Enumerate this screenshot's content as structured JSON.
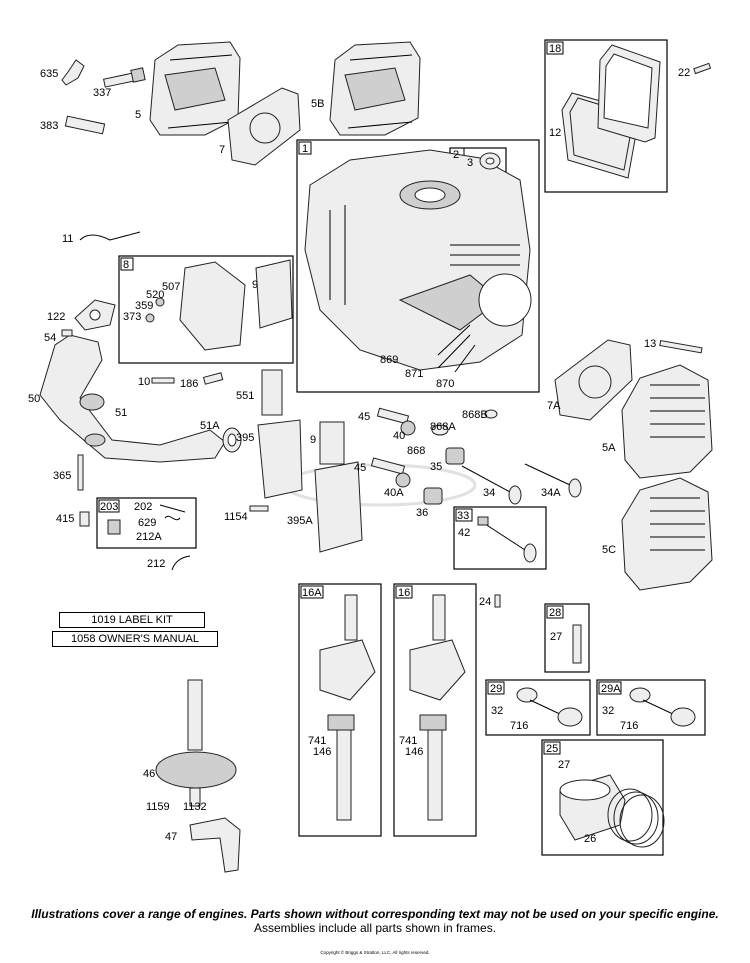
{
  "labels": {
    "l635": "635",
    "l337": "337",
    "l5": "5",
    "l383": "383",
    "l5b": "5B",
    "l7": "7",
    "l18": "18",
    "l22": "22",
    "l12": "12",
    "l1": "1",
    "l2": "2",
    "l3": "3",
    "l11": "11",
    "l8": "8",
    "l507": "507",
    "l520": "520",
    "l359": "359",
    "l373": "373",
    "l9": "9",
    "l122": "122",
    "l54": "54",
    "l869": "869",
    "l871": "871",
    "l870": "870",
    "l13": "13",
    "l50": "50",
    "l10": "10",
    "l186": "186",
    "l51": "51",
    "l551": "551",
    "l7a": "7A",
    "l51a": "51A",
    "l9b": "9",
    "l45": "45",
    "l40": "40",
    "l868a": "868A",
    "l868b": "868B",
    "l868": "868",
    "l5a": "5A",
    "l395": "395",
    "l35": "35",
    "l45b": "45",
    "l365": "365",
    "l40a": "40A",
    "l34": "34",
    "l34a": "34A",
    "l203": "203",
    "l202": "202",
    "l629": "629",
    "l212a": "212A",
    "l415": "415",
    "l1154": "1154",
    "l395a": "395A",
    "l36": "36",
    "l33": "33",
    "l42": "42",
    "l212": "212",
    "l5c": "5C",
    "l16a": "16A",
    "l16": "16",
    "l24": "24",
    "l28": "28",
    "l27": "27",
    "l741a": "741",
    "l146a": "146",
    "l741b": "741",
    "l146b": "146",
    "l29": "29",
    "l29a": "29A",
    "l32a": "32",
    "l716a": "716",
    "l32b": "32",
    "l716b": "716",
    "l46": "46",
    "l25": "25",
    "l27b": "27",
    "l1159": "1159",
    "l1132": "1132",
    "l26": "26",
    "l47": "47"
  },
  "kits": {
    "label_kit": "1019 LABEL KIT",
    "owners_manual": "1058 OWNER'S MANUAL"
  },
  "disclaimer": {
    "line1": "Illustrations cover a range of engines. Parts shown without corresponding text may not be used on your specific engine.",
    "line2": "Assemblies include all parts shown in frames."
  },
  "copyright": "Copyright © Briggs & Stratton, LLC. All rights reserved."
}
